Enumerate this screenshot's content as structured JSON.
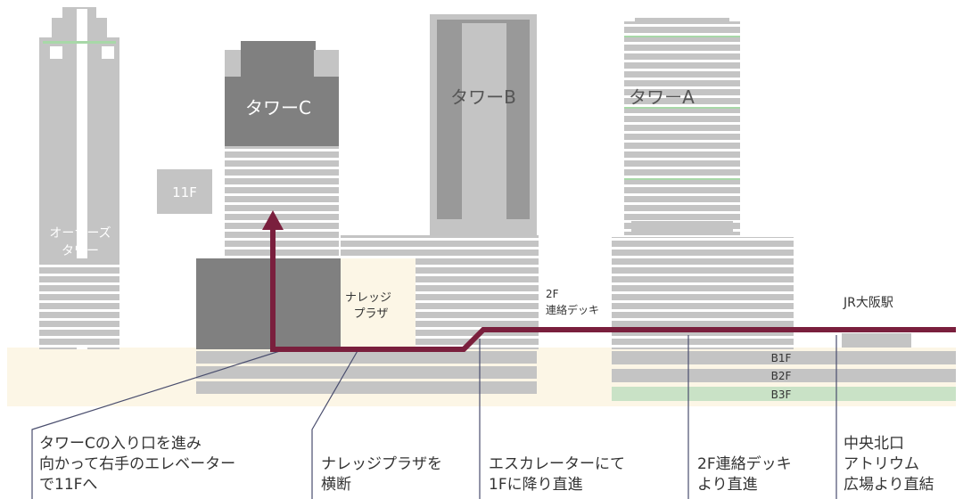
{
  "buildings": {
    "owners_tower": {
      "line1": "オーナーズ",
      "line2": "タワー"
    },
    "tower_c": "タワーC",
    "tower_b": "タワーB",
    "tower_a": "タワーA",
    "knowledge_plaza": {
      "line1": "ナレッジ",
      "line2": "プラザ"
    },
    "jr_osaka": "JR大阪駅"
  },
  "floor_tag": "11F",
  "deck_label": {
    "line1": "2F",
    "line2": "連絡デッキ"
  },
  "basement_levels": [
    "B1F",
    "B2F",
    "B3F"
  ],
  "captions": [
    {
      "lines": [
        "タワーCの入り口を進み",
        "向かって右手のエレベーター",
        "で11Fへ"
      ]
    },
    {
      "lines": [
        "ナレッジプラザを",
        "横断"
      ]
    },
    {
      "lines": [
        "エスカレーターにて",
        "1Fに降り直進"
      ]
    },
    {
      "lines": [
        "2F連絡デッキ",
        "より直進"
      ]
    },
    {
      "lines": [
        "中央北口",
        "アトリウム",
        "広場より直結"
      ]
    }
  ],
  "colors": {
    "route": "#7a1f3d",
    "building": "#c4c4c4",
    "tower_c": "#808080",
    "plaza": "#fcf6e6",
    "b3f": "#c9e2c6",
    "leader": "#4a4e6e"
  }
}
